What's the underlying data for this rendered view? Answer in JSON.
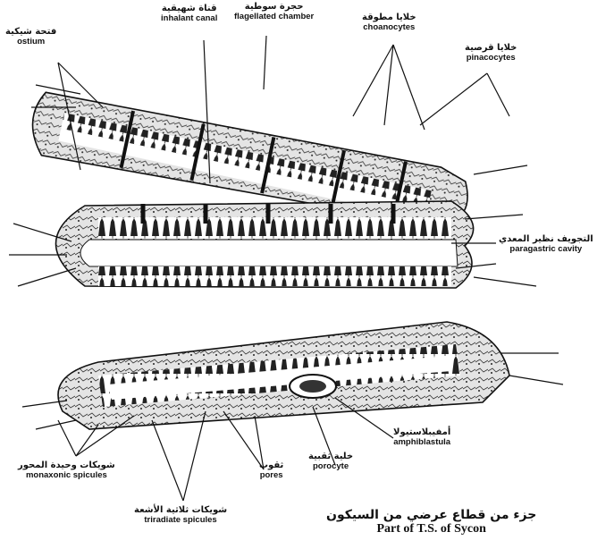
{
  "labels": {
    "ostium": {
      "ar": "فتحة شيكية",
      "en": "ostium"
    },
    "inhalant_canal": {
      "ar": "قناة شهيقية",
      "en": "inhalant canal"
    },
    "flagellated_chamber": {
      "ar": "حجرة سوطية",
      "en": "flagellated chamber"
    },
    "choanocytes": {
      "ar": "خلايا مطوقة",
      "en": "choanocytes"
    },
    "pinacocytes": {
      "ar": "خلايا قرصية",
      "en": "pinacocytes"
    },
    "paragastric_cavity": {
      "ar": "التجويف نظير المعدي",
      "en": "paragastric cavity"
    },
    "amphiblastula": {
      "ar": "أمفيبلاستيولا",
      "en": "amphiblastula"
    },
    "porocyte": {
      "ar": "خلية ثقبية",
      "en": "porocyte"
    },
    "pores": {
      "ar": "ثقوب",
      "en": "pores"
    },
    "monaxonic_spicules": {
      "ar": "شويكات وحيدة المحور",
      "en": "monaxonic spicules"
    },
    "triradiate_spicules": {
      "ar": "شويكات ثلاثية الأشعة",
      "en": "triradiate spicules"
    }
  },
  "caption": {
    "ar": "جزء من قطاع عرضي من السيكون",
    "en": "Part of T.S. of Sycon"
  },
  "colors": {
    "ink": "#111111",
    "paper": "#ffffff",
    "tissue": "#d9d9d9"
  }
}
